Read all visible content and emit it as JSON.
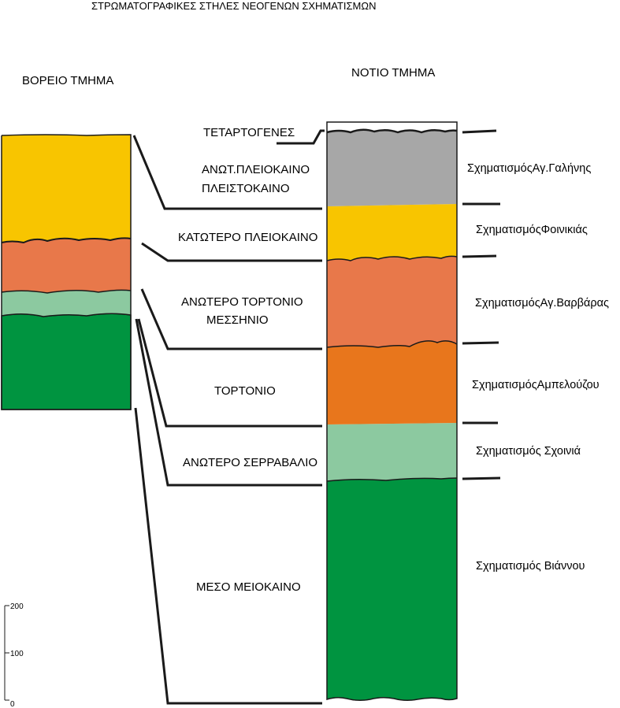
{
  "title": "ΣΤΡΩΜΑΤΟΓΡΑΦΙΚΕΣ ΣΤΗΛΕΣ ΝΕΟΓΕΝΩΝ ΣΧΗΜΑΤΙΣΜΩΝ",
  "north_header": "ΒΟΡΕΙΟ ΤΜΗΜΑ",
  "south_header": "ΝΟΤΙΟ ΤΜΗΜΑ",
  "ages": {
    "tetartogenes": "ΤΕΤΑΡΤΟΓΕΝΕΣ",
    "anot_pleiokaino_1": "ΑΝΩΤ.ΠΛΕΙΟΚΑΙΝΟ",
    "anot_pleiokaino_2": "ΠΛΕΙΣΤΟΚΑΙΝΟ",
    "katotero_pleiokaino": "ΚΑΤΩΤΕΡΟ ΠΛΕΙΟΚΑΙΝΟ",
    "anotero_tortonio_1": "ΑΝΩΤΕΡΟ ΤΟΡΤΟΝΙΟ",
    "anotero_tortonio_2": "ΜΕΣΣΗΝΙΟ",
    "tortonio": "ΤΟΡΤΟΝΙΟ",
    "anotero_serravalio": "ΑΝΩΤΕΡΟ ΣΕΡΡΑΒΑΛΙΟ",
    "meso_meiokaino": "ΜΕΣΟ ΜΕΙΟΚΑΙΝΟ"
  },
  "formations": {
    "ag_galinis": "ΣχηματισμόςΑγ.Γαλήνης",
    "foinikias": "ΣχηματισμόςΦοινικιάς",
    "ag_varvaras": "ΣχηματισμόςΑγ.Βαρβάρας",
    "ampelouzou": "ΣχηματισμόςΑμπελούζου",
    "sxoinia": "Σχηματισμός Σχοινιά",
    "viannou": "Σχηματισμός Βιάννου"
  },
  "scale": {
    "top": "200",
    "mid": "100",
    "bottom": "0"
  },
  "colors": {
    "grey": "#A7A7A7",
    "yellow": "#F8C500",
    "salmon": "#E8784A",
    "orange": "#E8761C",
    "light_green": "#8CC9A0",
    "green": "#009440",
    "line": "#1A1A1A"
  }
}
